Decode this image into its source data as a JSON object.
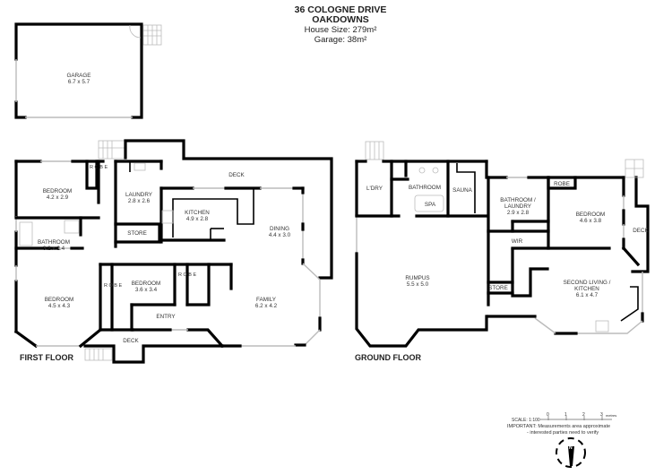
{
  "header": {
    "address_line1": "36 COLOGNE DRIVE",
    "address_line2": "OAKDOWNS",
    "house_size": "House Size: 279m²",
    "garage_size": "Garage: 38m²"
  },
  "floors": {
    "first_floor": {
      "label": "FIRST FLOOR",
      "rooms": {
        "garage": {
          "name": "GARAGE",
          "dims": "6.7 x 5.7"
        },
        "bedroom1": {
          "name": "BEDROOM",
          "dims": "4.2 x 2.9"
        },
        "robe1": {
          "name": "R O B E"
        },
        "laundry": {
          "name": "LAUNDRY",
          "dims": "2.8 x 2.6"
        },
        "store": {
          "name": "STORE"
        },
        "kitchen": {
          "name": "KITCHEN",
          "dims": "4.9 x 2.8"
        },
        "deck_top": {
          "name": "DECK"
        },
        "dining": {
          "name": "DINING",
          "dims": "4.4 x 3.0"
        },
        "bathroom": {
          "name": "BATHROOM",
          "dims": "3.2 x 2.4"
        },
        "bedroom2": {
          "name": "BEDROOM",
          "dims": "4.5 x 4.3"
        },
        "robe2": {
          "name": "R O B E"
        },
        "bedroom3": {
          "name": "BEDROOM",
          "dims": "3.6 x 3.4"
        },
        "robe3": {
          "name": "R O B E"
        },
        "entry": {
          "name": "ENTRY"
        },
        "family": {
          "name": "FAMILY",
          "dims": "6.2 x 4.2"
        },
        "deck_bottom": {
          "name": "DECK"
        }
      }
    },
    "ground_floor": {
      "label": "GROUND FLOOR",
      "rooms": {
        "ldry": {
          "name": "L'DRY"
        },
        "bathroom": {
          "name": "BATHROOM"
        },
        "spa": {
          "name": "SPA"
        },
        "sauna": {
          "name": "SAUNA"
        },
        "bath_laundry": {
          "name1": "BATHROOM /",
          "name2": "LAUNDRY",
          "dims": "2.9 x 2.8"
        },
        "robe": {
          "name": "ROBE"
        },
        "bedroom": {
          "name": "BEDROOM",
          "dims": "4.6 x 3.8"
        },
        "deck": {
          "name": "DECK"
        },
        "wir": {
          "name": "WIR"
        },
        "rumpus": {
          "name": "RUMPUS",
          "dims": "5.5 x 5.0"
        },
        "store": {
          "name": "STORE"
        },
        "second_living": {
          "name1": "SECOND LIVING /",
          "name2": "KITCHEN",
          "dims": "6.1 x 4.7"
        }
      }
    }
  },
  "legend": {
    "scale_label": "SCALE: 1:100",
    "scale_ticks": [
      "0",
      "1",
      "2",
      "3"
    ],
    "scale_unit": "metres",
    "note_line1": "IMPORTANT: Measurements area approximate",
    "note_line2": "- interested parties need to verify",
    "north_label": "N"
  }
}
